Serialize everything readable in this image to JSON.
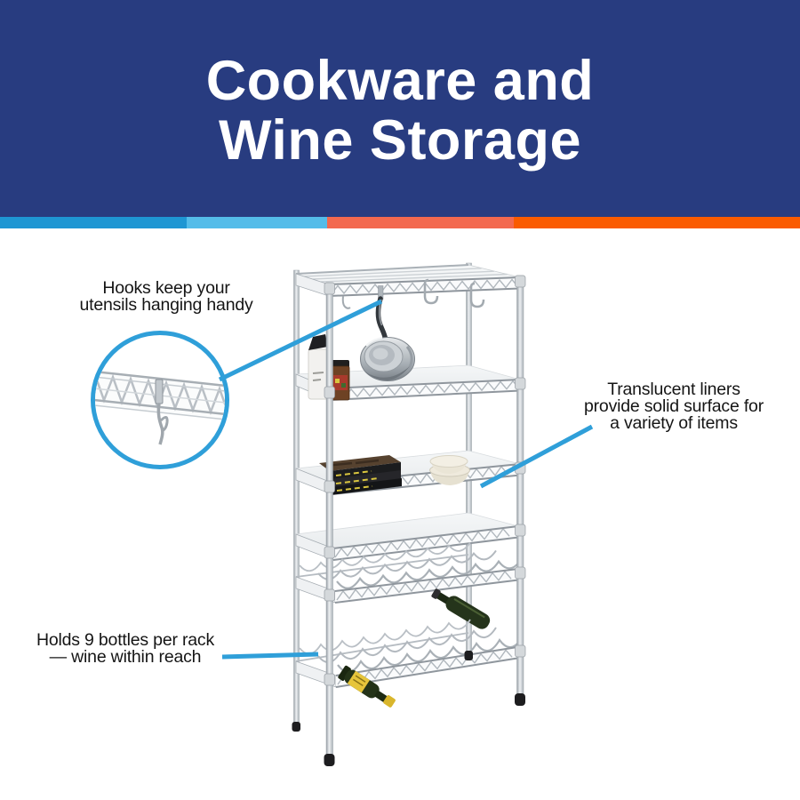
{
  "header": {
    "title_line1": "Cookware and",
    "title_line2": "Wine Storage",
    "bg_color": "#283c80",
    "text_color": "#ffffff"
  },
  "divider_stripe": {
    "segment_colors": [
      "#1e96d3",
      "#54bce9",
      "#f3694f",
      "#fa5b00"
    ]
  },
  "accent_color": "#2f9fd9",
  "annotations": {
    "hooks": {
      "lines": [
        "Hooks keep your",
        "utensils hanging handy"
      ]
    },
    "liners": {
      "lines": [
        "Translucent liners",
        "provide solid surface for",
        "a variety of items"
      ]
    },
    "wine": {
      "lines": [
        "Holds 9 bottles per rack",
        "— wine within reach"
      ]
    }
  },
  "illustration": {
    "subject": "chrome wire shelving unit",
    "objects": [
      "hanging-saucepan",
      "s-hooks",
      "spice-jars",
      "translucent-shelf-liners",
      "cookbook-stack",
      "stacked-bowls",
      "upper-wine-rack",
      "lower-wine-rack",
      "dark-wine-bottle",
      "yellow-label-wine-bottle",
      "hook-detail-magnifier"
    ]
  }
}
